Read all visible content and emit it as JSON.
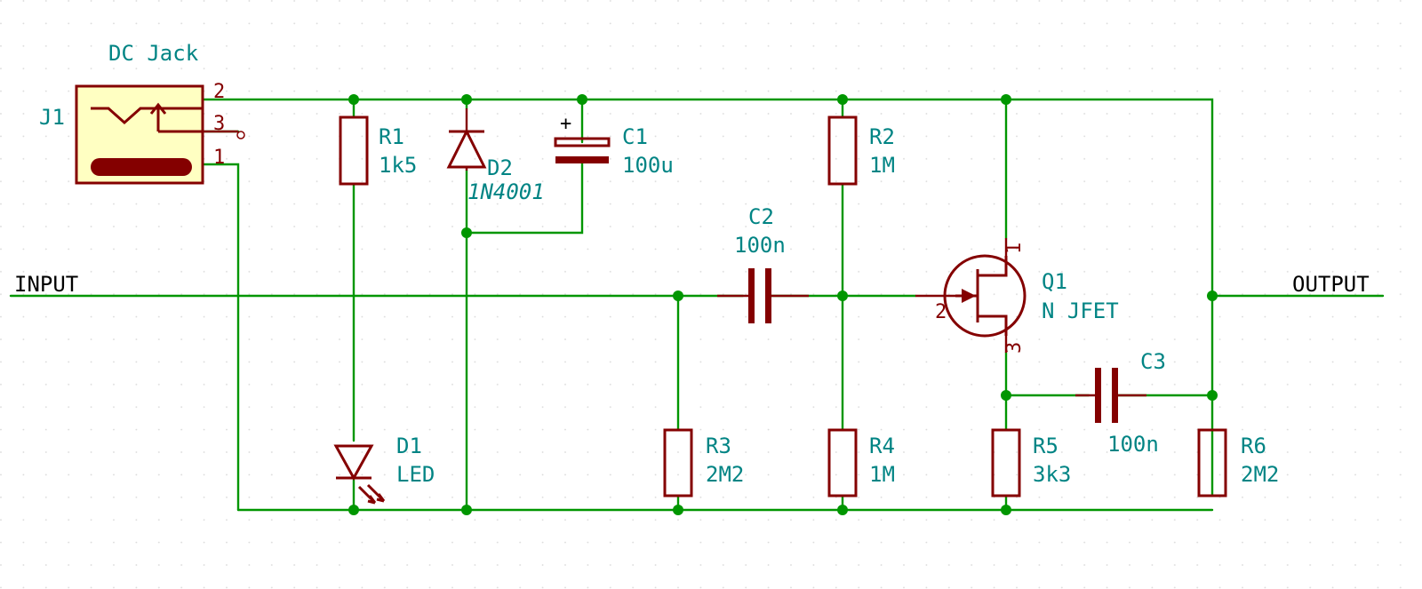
{
  "nets": {
    "input": "INPUT",
    "output": "OUTPUT"
  },
  "components": {
    "J1": {
      "ref": "J1",
      "value": "DC Jack",
      "pins": [
        "2",
        "3",
        "1"
      ]
    },
    "R1": {
      "ref": "R1",
      "value": "1k5"
    },
    "D2": {
      "ref": "D2",
      "value": "1N4001"
    },
    "C1": {
      "ref": "C1",
      "value": "100u",
      "polarity": "+"
    },
    "R2": {
      "ref": "R2",
      "value": "1M"
    },
    "C2": {
      "ref": "C2",
      "value": "100n"
    },
    "Q1": {
      "ref": "Q1",
      "value": "N JFET",
      "pins": [
        "1",
        "2",
        "3"
      ]
    },
    "D1": {
      "ref": "D1",
      "value": "LED"
    },
    "R3": {
      "ref": "R3",
      "value": "2M2"
    },
    "R4": {
      "ref": "R4",
      "value": "1M"
    },
    "R5": {
      "ref": "R5",
      "value": "3k3"
    },
    "C3": {
      "ref": "C3",
      "value": "100n"
    },
    "R6": {
      "ref": "R6",
      "value": "2M2"
    }
  },
  "colors": {
    "wire": "#009600",
    "component": "#840000",
    "label": "#008484",
    "connector_fill": "#ffffc2",
    "net_label": "#000000"
  }
}
